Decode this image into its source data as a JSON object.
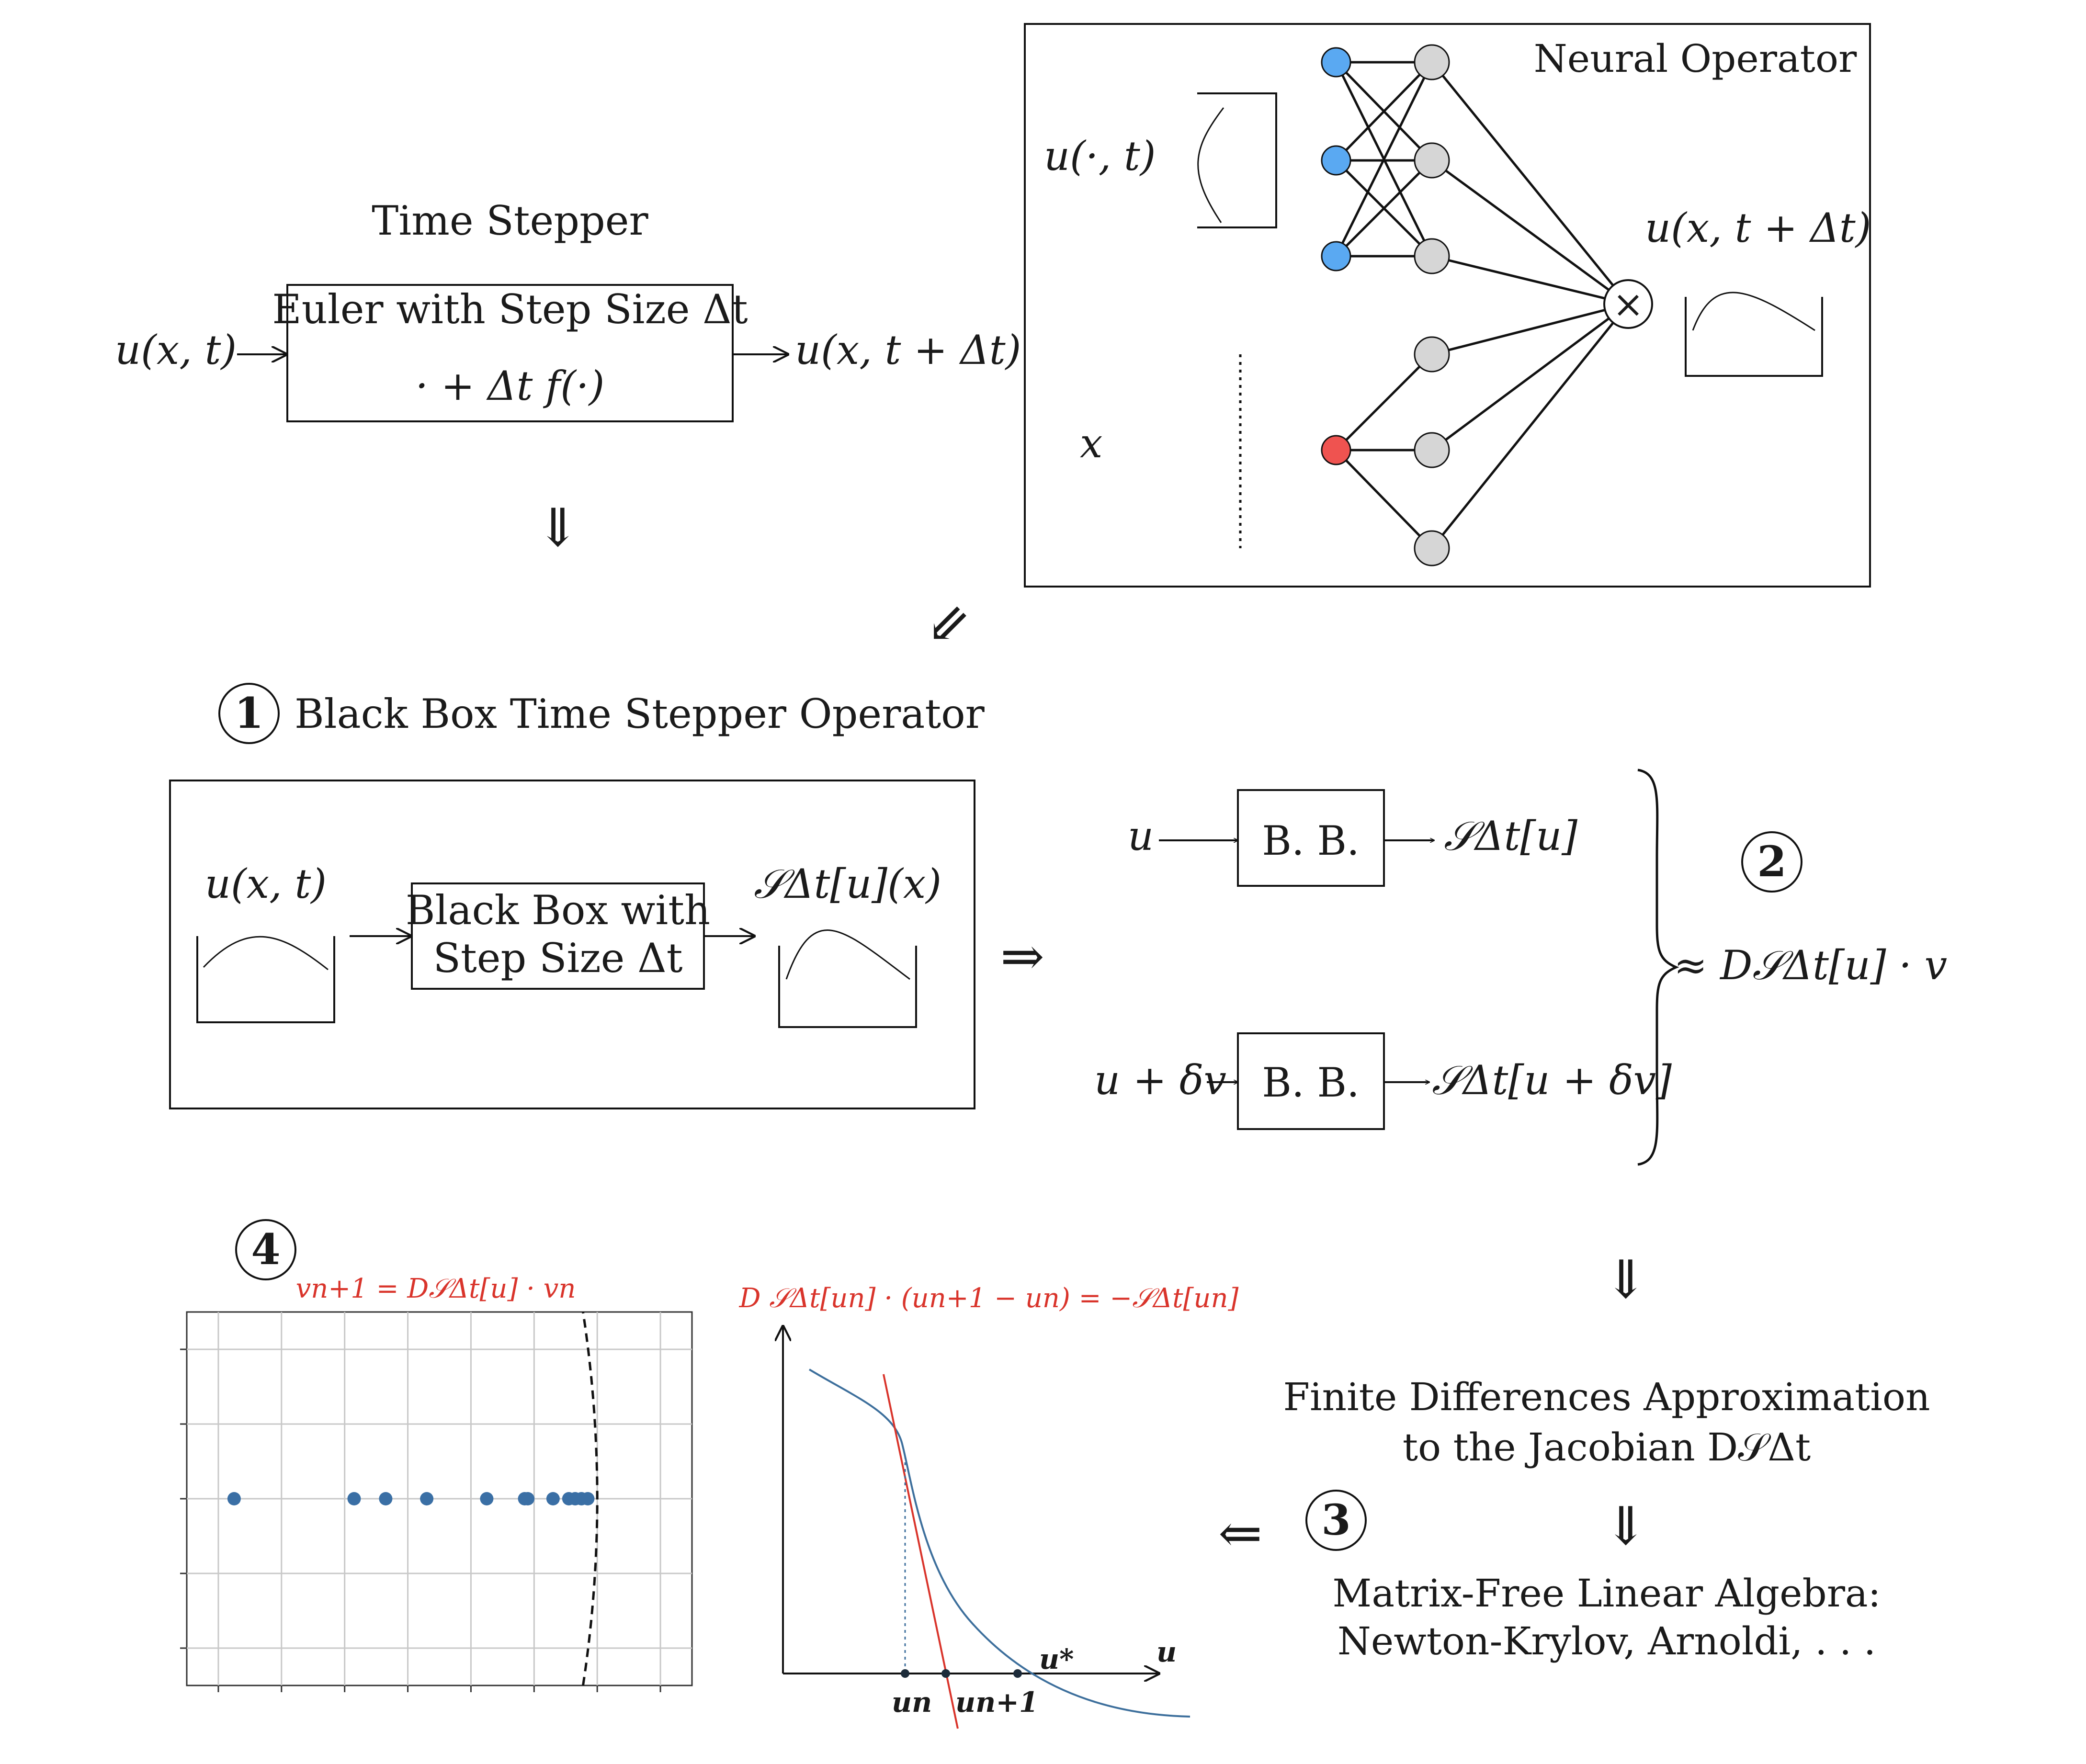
{
  "time_stepper": {
    "title": "Time Stepper",
    "box_line1": "Euler with Step Size Δt",
    "box_line2": "· + Δt f(·)",
    "input": "u(x, t)",
    "output": "u(x, t + Δt)"
  },
  "neural_operator": {
    "title": "Neural Operator",
    "input_function": "u(·, t)",
    "input_coord": "x",
    "output": "u(x, t + Δt)",
    "product_symbol": "×",
    "colors": {
      "branch_input": "#5aa9f2",
      "trunk_input": "#ef5350",
      "hidden": "#d6d6d6"
    }
  },
  "arrows": {
    "down1": "⇓",
    "diag": "⇙",
    "right_implies": "⇒",
    "down2": "⇓",
    "down3": "⇓",
    "left_implies": "⇐"
  },
  "step1": {
    "number": "1",
    "title": "Black Box Time Stepper Operator",
    "input": "u(x, t)",
    "box_line1": "Black Box with",
    "box_line2": "Step Size Δt",
    "output": "𝒮Δt[u](x)"
  },
  "step2": {
    "number": "2",
    "top_input": "u",
    "top_box": "B. B.",
    "top_output": "𝒮Δt[u]",
    "bottom_input": "u + δv",
    "bottom_box": "B. B.",
    "bottom_output": "𝒮Δt[u + δv]",
    "result": "≈ D𝒮Δt[u] · v"
  },
  "step3": {
    "number": "3",
    "line1": "Finite Differences Approximation",
    "line2": "to the Jacobian D𝒮Δt",
    "line3": "Matrix-Free Linear Algebra:",
    "line4": "Newton-Krylov, Arnoldi, . . ."
  },
  "step4": {
    "number": "4",
    "formula": "vn+1 = D𝒮Δt[u] · vn",
    "accent_color": "#d9342b",
    "point_color": "#3a6fa5"
  },
  "newton_plot": {
    "formula": "D 𝒮Δt[un] · (un+1 − un) = −𝒮Δt[un]",
    "axis_label": "u",
    "label_un": "un",
    "label_un1": "un+1",
    "label_ustar": "u*"
  },
  "chart_data": {
    "type": "scatter",
    "title": "vn+1 = D𝒮Δt[u] · vn",
    "x": [
      -0.95,
      -0.57,
      -0.47,
      -0.34,
      -0.15,
      -0.03,
      -0.02,
      0.06,
      0.11,
      0.13,
      0.15,
      0.17
    ],
    "y": [
      0,
      0,
      0,
      0,
      0,
      0,
      0,
      0,
      0,
      0,
      0,
      0
    ],
    "grid": true,
    "xlim": [
      -1.1,
      0.5
    ],
    "ylim": [
      -1,
      1
    ],
    "reference_curve": "unit circle arc (dashed)"
  }
}
